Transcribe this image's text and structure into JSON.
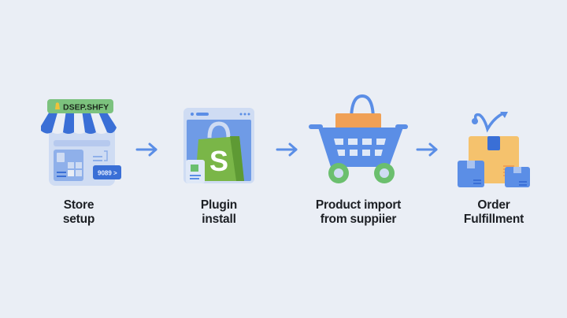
{
  "colors": {
    "background": "#eaeef5",
    "primary_blue": "#5b8ee6",
    "dark_blue": "#3a6fd6",
    "light_blue": "#cfdcf3",
    "green": "#6bbf6e",
    "shopify_green": "#7ab648",
    "orange": "#f0a055",
    "box_tan": "#f5c26d",
    "text": "#1c1f24"
  },
  "steps": [
    {
      "id": "store-setup",
      "label_line1": "Store",
      "label_line2": "setup",
      "icon": "storefront-icon",
      "sign_text": "DSEP.SHFY",
      "button_text": "9089 >"
    },
    {
      "id": "plugin-install",
      "label_line1": "Plugin",
      "label_line2": "install",
      "icon": "shopify-plugin-icon",
      "bag_letter": "S"
    },
    {
      "id": "product-import",
      "label_line1": "Product import",
      "label_line2": "from suppiier",
      "icon": "shopping-cart-icon"
    },
    {
      "id": "order-fulfillment",
      "label_line1": "Order",
      "label_line2": "Fulfillment",
      "icon": "packages-icon"
    }
  ],
  "arrows": [
    {
      "from": "store-setup",
      "to": "plugin-install",
      "icon": "arrow-right-icon"
    },
    {
      "from": "plugin-install",
      "to": "product-import",
      "icon": "arrow-right-icon"
    },
    {
      "from": "product-import",
      "to": "order-fulfillment",
      "icon": "arrow-right-icon"
    }
  ]
}
